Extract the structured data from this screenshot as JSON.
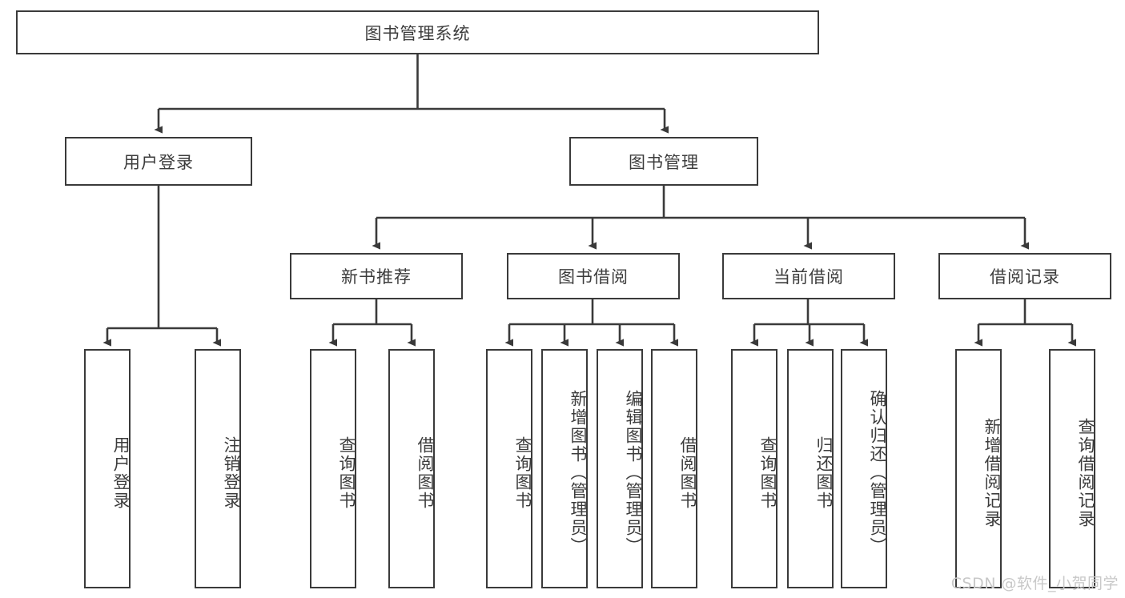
{
  "diagram": {
    "type": "tree-hierarchy-chart",
    "root": {
      "id": "root",
      "label": "图书管理系统"
    },
    "level2": [
      {
        "id": "user-login",
        "label": "用户登录"
      },
      {
        "id": "book-management",
        "label": "图书管理"
      }
    ],
    "level3": [
      {
        "id": "new-book-recommend",
        "label": "新书推荐",
        "parent": "book-management"
      },
      {
        "id": "book-borrow",
        "label": "图书借阅",
        "parent": "book-management"
      },
      {
        "id": "current-borrow",
        "label": "当前借阅",
        "parent": "book-management"
      },
      {
        "id": "borrow-record",
        "label": "借阅记录",
        "parent": "book-management"
      }
    ],
    "leaves": {
      "user_login": [
        {
          "id": "leaf-user-login",
          "label": "用户登录"
        },
        {
          "id": "leaf-logout",
          "label": "注销登录"
        }
      ],
      "new_book_recommend": [
        {
          "id": "leaf-query-book-1",
          "label": "查询图书"
        },
        {
          "id": "leaf-borrow-book-1",
          "label": "借阅图书"
        }
      ],
      "book_borrow": [
        {
          "id": "leaf-query-book-2",
          "label": "查询图书"
        },
        {
          "id": "leaf-add-book",
          "label": "新增图书（管理员）"
        },
        {
          "id": "leaf-edit-book",
          "label": "编辑图书（管理员）"
        },
        {
          "id": "leaf-borrow-book-2",
          "label": "借阅图书"
        }
      ],
      "current_borrow": [
        {
          "id": "leaf-query-book-3",
          "label": "查询图书"
        },
        {
          "id": "leaf-return-book",
          "label": "归还图书"
        },
        {
          "id": "leaf-confirm-return",
          "label": "确认归还（管理员）"
        }
      ],
      "borrow_record": [
        {
          "id": "leaf-add-record",
          "label": "新增借阅记录"
        },
        {
          "id": "leaf-query-record",
          "label": "查询借阅记录"
        }
      ]
    }
  },
  "watermark": {
    "text": "CSDN @软件_小贺同学"
  },
  "colors": {
    "node_border": "#3a3a3a",
    "node_fill": "#ffffff",
    "text": "#3c3c3c",
    "edge": "#3a3a3a",
    "watermark": "#c8c8c8",
    "background": "#ffffff"
  }
}
